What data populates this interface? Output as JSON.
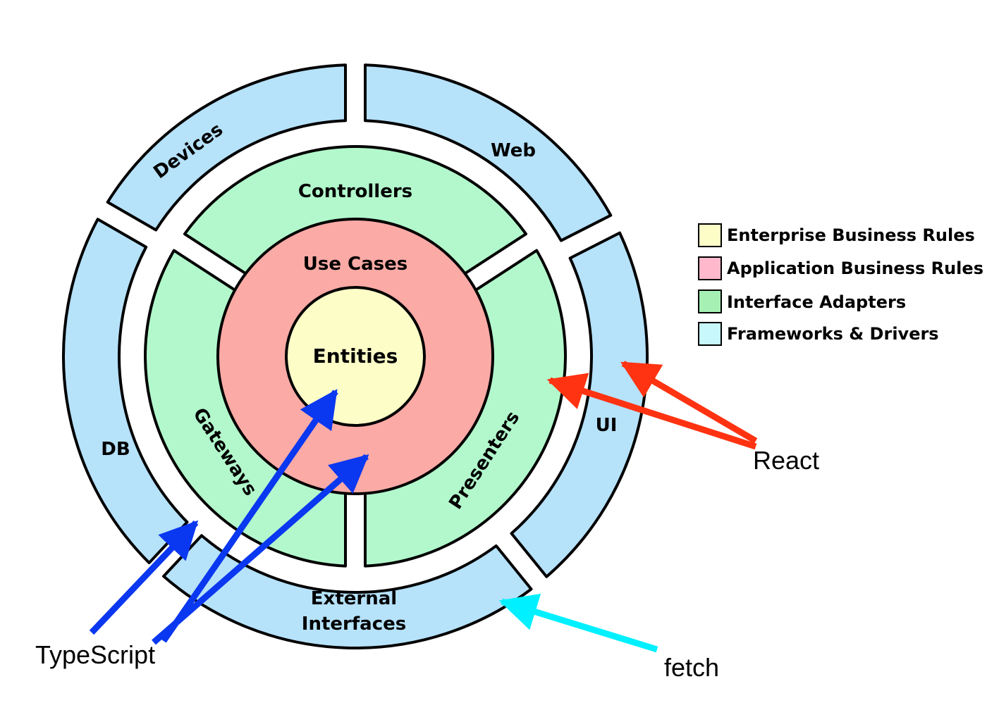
{
  "layers": {
    "entities": {
      "label": "Entities",
      "color": "#fdfdc8"
    },
    "use_cases": {
      "label": "Use Cases",
      "color": "#fbaaa6"
    },
    "adapters": {
      "color": "#b2f8cc",
      "controllers": "Controllers",
      "gateways": "Gateways",
      "presenters": "Presenters"
    },
    "frameworks": {
      "color": "#b6e2fa",
      "devices": "Devices",
      "web": "Web",
      "ui": "UI",
      "db": "DB",
      "external_line1": "External",
      "external_line2": "Interfaces"
    }
  },
  "legend": [
    {
      "label": "Enterprise Business Rules",
      "color": "#fdfdc8"
    },
    {
      "label": "Application Business Rules",
      "color": "#ffb8cc"
    },
    {
      "label": "Interface Adapters",
      "color": "#a6f0b4"
    },
    {
      "label": "Frameworks & Drivers",
      "color": "#c8f8fc"
    }
  ],
  "annotations": {
    "typescript": {
      "label": "TypeScript",
      "color": "#0a37f0"
    },
    "react": {
      "label": "React",
      "color": "#ff3311"
    },
    "fetch": {
      "label": "fetch",
      "color": "#00f0ff"
    }
  }
}
